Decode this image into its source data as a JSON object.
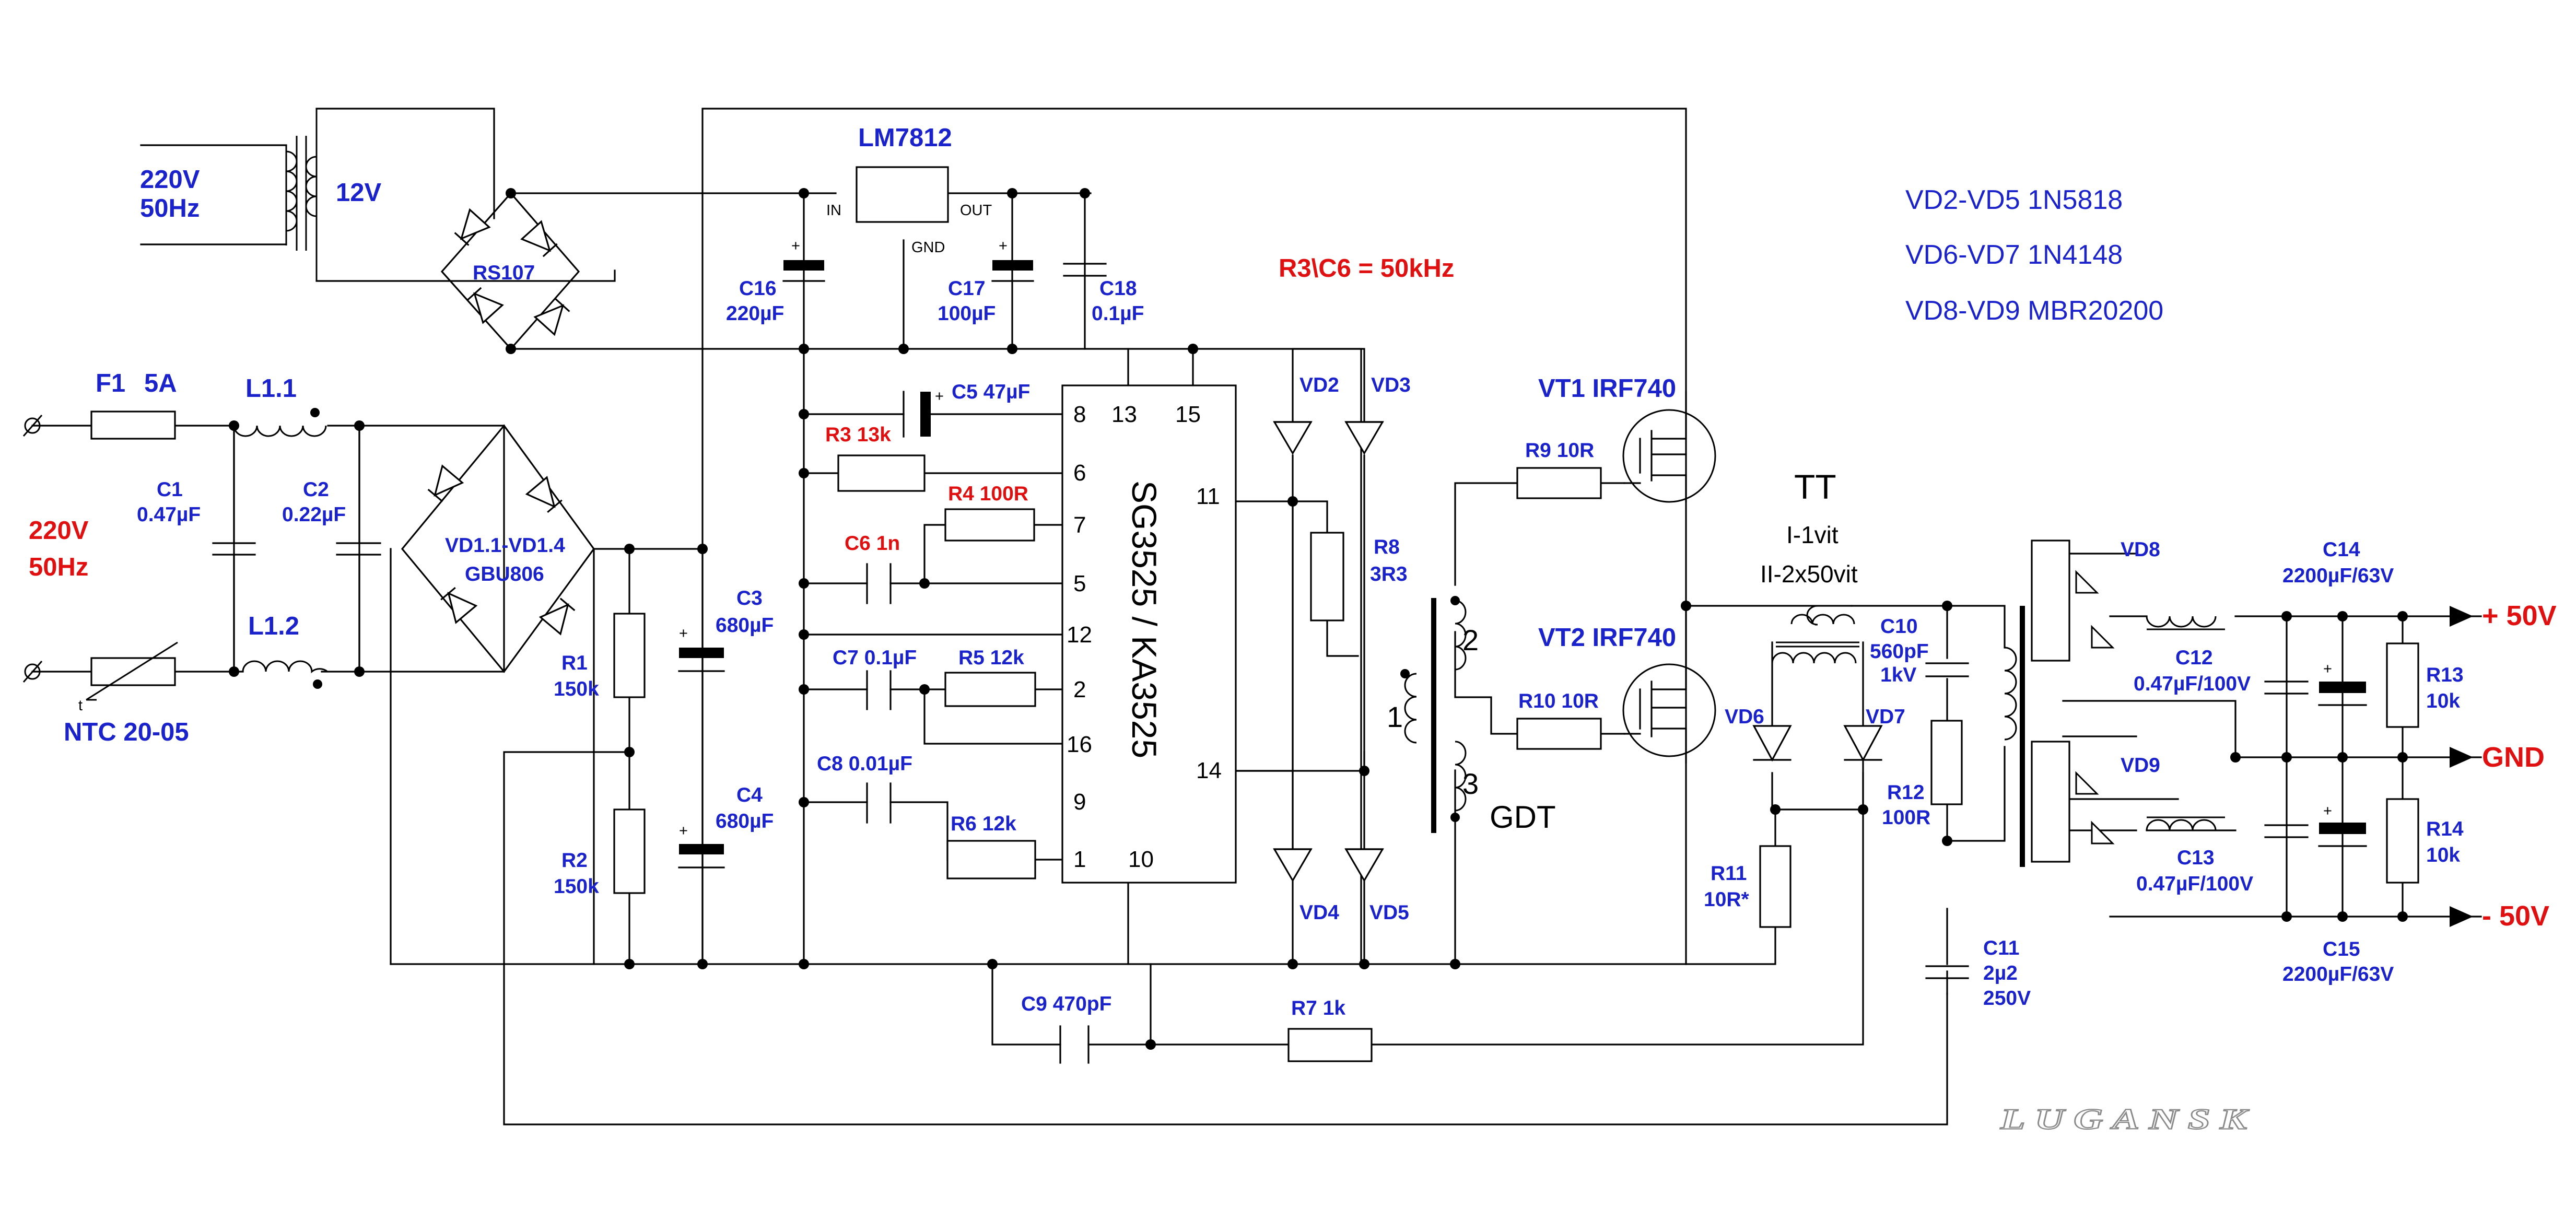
{
  "colors": {
    "wire": "#000000",
    "label": "#1a22cc",
    "highlight": "#e01010",
    "watermark": "#8a8a8a"
  },
  "mains_input": {
    "voltage": "220V",
    "frequency": "50Hz"
  },
  "aux_supply": {
    "primary_voltage": "220V",
    "primary_frequency": "50Hz",
    "secondary": "12V",
    "bridge": "RS107",
    "regulator": "LM7812",
    "reg_in": "IN",
    "reg_gnd": "GND",
    "reg_out": "OUT",
    "c16_name": "C16",
    "c16_value": "220µF",
    "c17_name": "C17",
    "c17_value": "100µF",
    "c18_name": "C18",
    "c18_value": "0.1µF"
  },
  "input_filter": {
    "fuse_name": "F1",
    "fuse_value": "5A",
    "l1_1": "L1.1",
    "l1_2": "L1.2",
    "c1_name": "C1",
    "c1_value": "0.47µF",
    "c2_name": "C2",
    "c2_value": "0.22µF",
    "ntc": "NTC 20-05",
    "ntc_t": "t",
    "bridge_name": "VD1.1-VD1.4",
    "bridge_part": "GBU806",
    "c3_name": "C3",
    "c3_value": "680µF",
    "c4_name": "C4",
    "c4_value": "680µF",
    "r1_name": "R1",
    "r1_value": "150k",
    "r2_name": "R2",
    "r2_value": "150k"
  },
  "controller": {
    "chip": "SG3525 / KA3525",
    "pins": {
      "p8": "8",
      "p13": "13",
      "p15": "15",
      "p6": "6",
      "p7": "7",
      "p5": "5",
      "p12": "12",
      "p2": "2",
      "p16": "16",
      "p9": "9",
      "p1": "1",
      "p10": "10",
      "p11": "11",
      "p14": "14"
    },
    "c5": "C5 47µF",
    "r3": "R3 13k",
    "r4": "R4 100R",
    "c6": "C6 1n",
    "c7": "C7 0.1µF",
    "r5": "R5 12k",
    "c8": "C8 0.01µF",
    "r6": "R6 12k",
    "c9": "C9 470pF",
    "r7": "R7 1k",
    "freq_note": "R3\\C6 = 50kHz"
  },
  "driver": {
    "vd2": "VD2",
    "vd3": "VD3",
    "vd4": "VD4",
    "vd5": "VD5",
    "r8_name": "R8",
    "r8_value": "3R3",
    "gdt": "GDT",
    "gdt_w1": "1",
    "gdt_w2": "2",
    "gdt_w3": "3",
    "vt1": "VT1 IRF740",
    "vt2": "VT2 IRF740",
    "r9": "R9 10R",
    "r10": "R10 10R"
  },
  "power_stage": {
    "tt": "TT",
    "tt_w1": "I-1vit",
    "tt_w2": "II-2x50vit",
    "vd6": "VD6",
    "vd7": "VD7",
    "r11_name": "R11",
    "r11_value": "10R*",
    "c10_name": "C10",
    "c10_value": "560pF",
    "c10_rating": "1kV",
    "r12_name": "R12",
    "r12_value": "100R",
    "c11_name": "C11",
    "c11_value": "2µ2",
    "c11_rating": "250V"
  },
  "output": {
    "vd8": "VD8",
    "vd9": "VD9",
    "c12_name": "C12",
    "c12_value": "0.47µF/100V",
    "c13_name": "C13",
    "c13_value": "0.47µF/100V",
    "c14_name": "C14",
    "c14_value": "2200µF/63V",
    "c15_name": "C15",
    "c15_value": "2200µF/63V",
    "r13_name": "R13",
    "r13_value": "10k",
    "r14_name": "R14",
    "r14_value": "10k",
    "plus": "+ 50V",
    "gnd": "GND",
    "minus": "- 50V"
  },
  "notes": [
    "VD2-VD5 1N5818",
    "VD6-VD7 1N4148",
    "VD8-VD9 MBR20200"
  ],
  "watermark": "LUGANSK"
}
